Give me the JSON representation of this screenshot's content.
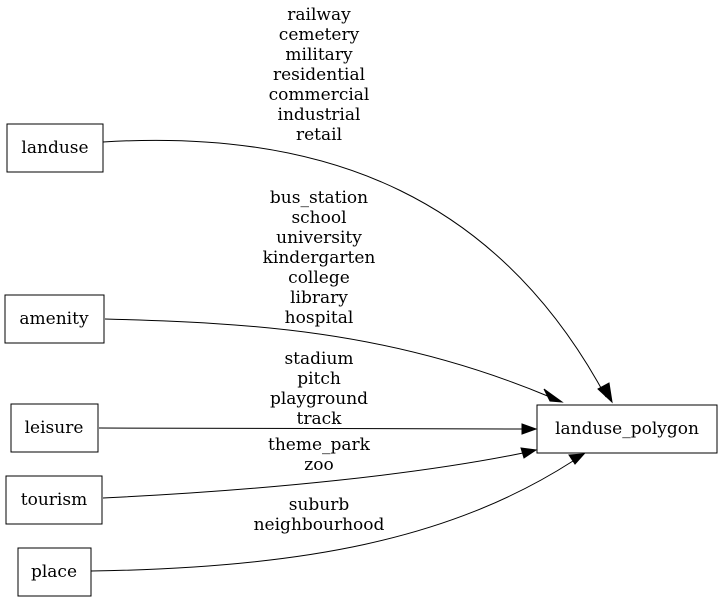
{
  "nodes": {
    "landuse": "landuse",
    "amenity": "amenity",
    "leisure": "leisure",
    "tourism": "tourism",
    "place": "place",
    "target": "landuse_polygon"
  },
  "edges": {
    "landuse": [
      "railway",
      "cemetery",
      "military",
      "residential",
      "commercial",
      "industrial",
      "retail"
    ],
    "amenity": [
      "bus_station",
      "school",
      "university",
      "kindergarten",
      "college",
      "library",
      "hospital"
    ],
    "leisure": [
      "stadium",
      "pitch",
      "playground",
      "track"
    ],
    "tourism": [
      "theme_park",
      "zoo"
    ],
    "place": [
      "suburb",
      "neighbourhood"
    ]
  }
}
